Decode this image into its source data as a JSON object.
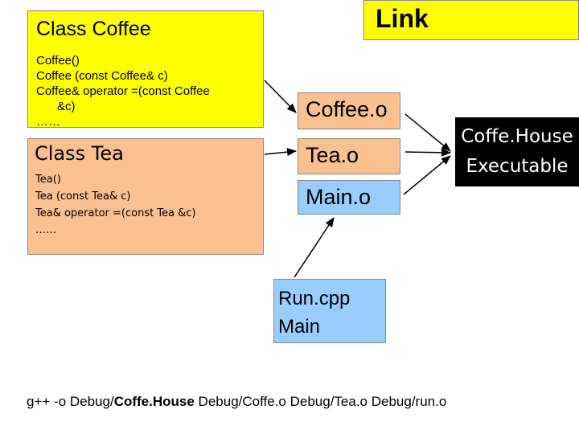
{
  "coffee_class": {
    "title": "Class Coffee",
    "methods": [
      "Coffee()",
      "Coffee (const Coffee& c)",
      "Coffee& operator =(const Coffee",
      "&c)",
      "……"
    ]
  },
  "link": {
    "label": "Link"
  },
  "tea_class": {
    "title": "Class Tea",
    "methods": [
      "Tea()",
      "Tea (const Tea& c)",
      "Tea& operator =(const Tea &c)",
      "……"
    ]
  },
  "objects": {
    "coffee_o": "Coffee.o",
    "tea_o": "Tea.o",
    "main_o": "Main.o"
  },
  "executable": {
    "line1": "Coffe.House",
    "line2": "Executable"
  },
  "run": {
    "line1": "Run.cpp",
    "line2": "Main"
  },
  "command": {
    "prefix": "g++ -o Debug/",
    "target": "Coffe.House",
    "suffix": " Debug/Coffe.o Debug/Tea.o Debug/run.o"
  }
}
